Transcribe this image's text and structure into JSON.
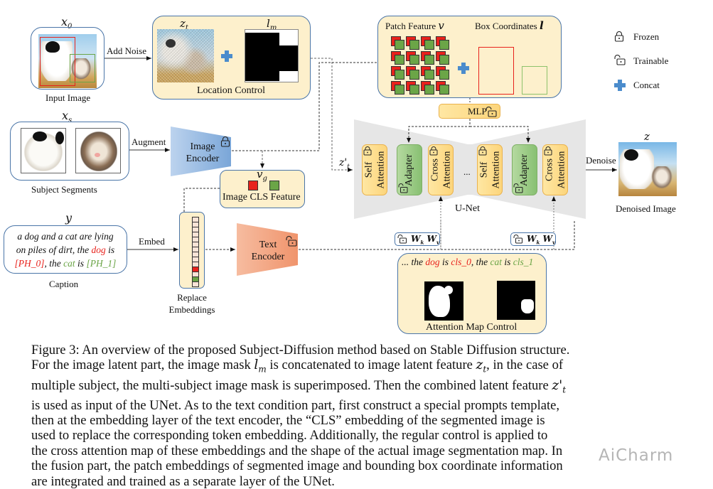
{
  "figure": {
    "input_image": {
      "symbol": "x",
      "sub": "0",
      "label": "Input Image"
    },
    "add_noise": "Add Noise",
    "location_control": {
      "zt_symbol": "z",
      "zt_sub": "t",
      "lm_symbol": "l",
      "lm_sub": "m",
      "label": "Location Control"
    },
    "patch_box": {
      "patch_label": "Patch Feature",
      "patch_symbol": "v",
      "box_label": "Box Coordinates",
      "box_symbol": "l"
    },
    "legend": [
      {
        "icon": "lock-closed-icon",
        "label": "Frozen"
      },
      {
        "icon": "lock-open-icon",
        "label": "Trainable"
      },
      {
        "icon": "plus-icon",
        "label": "Concat"
      }
    ],
    "mlp": "MLP",
    "subject_segments": {
      "symbol": "x",
      "sub": "s",
      "label": "Subject Segments"
    },
    "augment": "Augment",
    "image_encoder": [
      "Image",
      "Encoder"
    ],
    "image_cls": {
      "symbol": "v",
      "sub": "g",
      "label": "Image CLS Feature"
    },
    "unet": {
      "input_symbol": "z",
      "input_sub": "t",
      "blocks": [
        {
          "type": "attention",
          "lines": [
            "Self",
            "Attention"
          ],
          "lock": "frozen"
        },
        {
          "type": "adapter",
          "lines": [
            "Adapter"
          ],
          "lock": "trainable"
        },
        {
          "type": "attention",
          "lines": [
            "Cross",
            "Attention"
          ],
          "lock": "frozen"
        },
        {
          "type": "ellipsis",
          "lines": [
            "..."
          ]
        },
        {
          "type": "attention",
          "lines": [
            "Self",
            "Attention"
          ],
          "lock": "frozen"
        },
        {
          "type": "adapter",
          "lines": [
            "Adapter"
          ],
          "lock": "trainable"
        },
        {
          "type": "attention",
          "lines": [
            "Cross",
            "Attention"
          ],
          "lock": "frozen"
        }
      ],
      "label": "U-Net",
      "wkwv": [
        "W",
        "k",
        "W",
        "v"
      ]
    },
    "denoise": "Denoise",
    "output": {
      "symbol": "z",
      "label": "Denoised Image"
    },
    "caption_input": {
      "symbol": "y",
      "label": "Caption",
      "line1": "a dog and a cat are lying",
      "line2a": "on piles of dirt, the ",
      "line2b": "dog",
      "line2c": " is",
      "line3a": "[PH_0]",
      "line3b": ", the ",
      "line3c": "cat",
      "line3d": " is ",
      "line3e": "[PH_1]"
    },
    "embed": "Embed",
    "replace_embeddings": [
      "Replace",
      "Embeddings"
    ],
    "text_encoder": [
      "Text",
      "Encoder"
    ],
    "attention_map": {
      "t1": "... the ",
      "t2": "dog",
      "t3": " is ",
      "t4": "cls_0",
      "t5": ", the ",
      "t6": "cat",
      "t7": " is ",
      "t8": "cls_1",
      "label": "Attention Map Control"
    },
    "colors": {
      "red": "#e8221c",
      "green": "#6ba547",
      "blue_border": "#4a75a8",
      "cream": "#fdf0cc",
      "plus": "#4b8ccc"
    }
  },
  "caption": [
    "Figure 3: An overview of the proposed Subject-Diffusion method based on Stable Diffusion structure.",
    "For the image latent part, the image mask l_m is concatenated to image latent feature z_t, in the case of",
    "multiple subject, the multi-subject image mask is superimposed. Then the combined latent feature z'_t",
    "is used as input of the UNet. As to the text condition part, first construct a special prompts template,",
    "then at the embedding layer of the text encoder, the “CLS” embedding of the segmented image is",
    "used to replace the corresponding token embedding. Additionally, the regular control is applied to",
    "the cross attention map of these embeddings and the shape of the actual image segmentation map. In",
    "the fusion part, the patch embeddings of segmented image and bounding box coordinate information",
    "are integrated and trained as a separate layer of the UNet."
  ],
  "caption_parts": {
    "l2a": "For the image latent part, the image mask ",
    "l2b": " is concatenated to image latent feature ",
    "l2c": ", in the case of",
    "l3a": "multiple subject, the multi-subject image mask is superimposed. Then the combined latent feature "
  },
  "watermark": "AiCharm"
}
